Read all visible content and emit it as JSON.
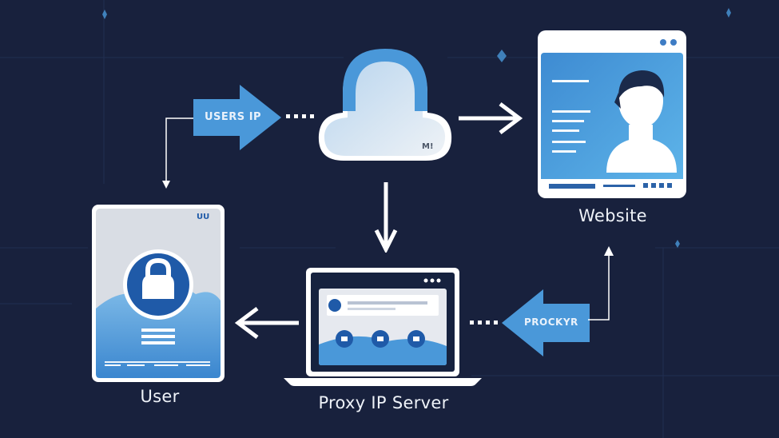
{
  "nodes": {
    "user": {
      "label": "User"
    },
    "server": {
      "label": "Proxy IP Server"
    },
    "website": {
      "label": "Website"
    },
    "cloud": {
      "mark": "M!"
    },
    "user_card": {
      "header_mark": "UU"
    }
  },
  "arrows": {
    "users_ip": {
      "label": "USERS IP"
    },
    "proxy": {
      "label": "PROCKYR"
    }
  },
  "colors": {
    "background": "#18213d",
    "accent": "#4a98d9",
    "accent_dark": "#1f5aa8",
    "white": "#ffffff",
    "card_gray": "#d9dde4"
  }
}
